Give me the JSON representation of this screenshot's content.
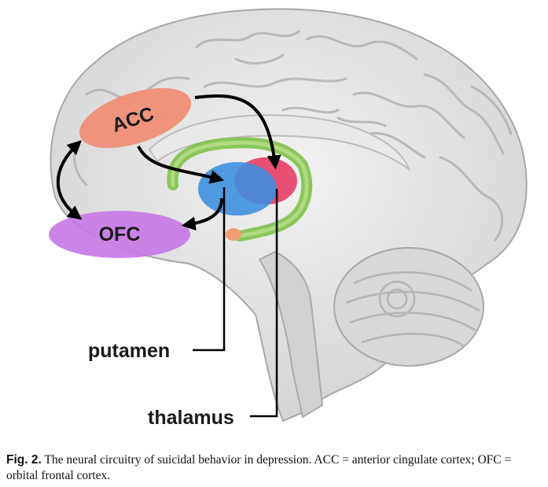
{
  "figure": {
    "labels": {
      "acc": "ACC",
      "ofc": "OFC",
      "putamen": "putamen",
      "thalamus": "thalamus"
    },
    "colors": {
      "acc": "#f08c74",
      "ofc": "#c77be6",
      "putamen": "#3a8ee0",
      "thalamus": "#e8335c",
      "cingulum_tract": "#7fc24a",
      "brain": "#dcdcdc"
    }
  },
  "caption": {
    "label": "Fig. 2.",
    "text": " The neural circuitry of suicidal behavior in depression. ACC = anterior cingulate cortex; OFC = orbital frontal cortex."
  }
}
